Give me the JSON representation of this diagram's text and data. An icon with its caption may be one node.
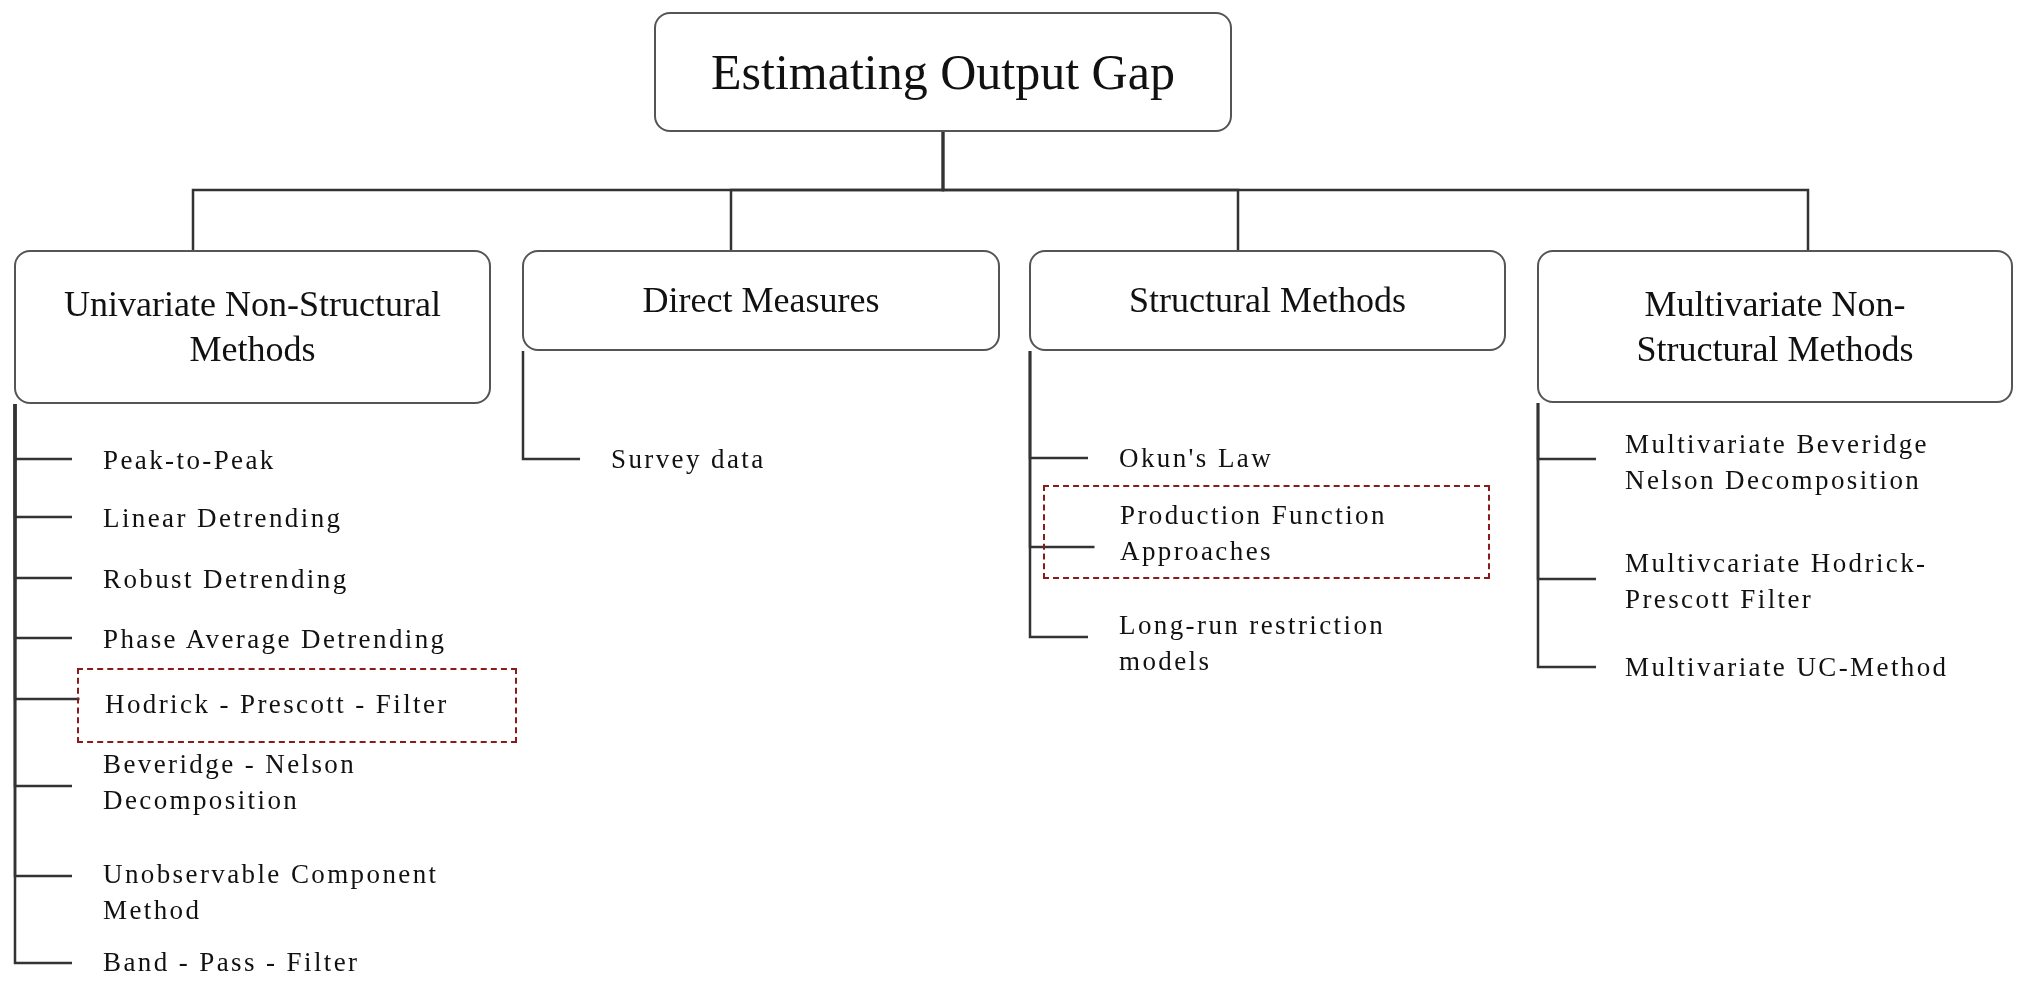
{
  "diagram": {
    "nodes": [
      {
        "text": [
          "Estimating Output Gap"
        ]
      },
      {
        "text": [
          "Univariate Non-Structural Methods"
        ]
      },
      {
        "text": [
          "Direct Measures"
        ]
      },
      {
        "text": [
          "Structural Methods"
        ]
      },
      {
        "text": [
          "Multivariate Non-Structural Methods"
        ]
      },
      {
        "text": [
          "Peak-to-Peak"
        ]
      },
      {
        "text": [
          "Linear Detrending"
        ]
      },
      {
        "text": [
          "Robust Detrending"
        ]
      },
      {
        "text": [
          "Phase Average Detrending"
        ]
      },
      {
        "text": [],
        "shape": "box"
      },
      {
        "text": [
          "Hodrick - Prescott - Filter"
        ],
        "in": 9
      },
      {
        "text": [
          "Beveridge - Nelson Decomposition"
        ]
      },
      {
        "text": [
          "Unobservable Component Method"
        ]
      },
      {
        "text": [
          "Band - Pass - Filter"
        ]
      },
      {
        "text": [
          "Survey data"
        ]
      },
      {
        "text": [
          "Okun's Law"
        ]
      },
      {
        "text": [],
        "shape": "box"
      },
      {
        "text": [
          "Production Function Approaches"
        ],
        "in": 16
      },
      {
        "text": [
          "Long-run restriction models"
        ]
      },
      {
        "text": [
          "Multivariate Beveridge Nelson Decomposition"
        ]
      },
      {
        "text": [
          "Multivcariate Hodrick- Prescott Filter"
        ]
      },
      {
        "text": [
          "Multivariate UC-Method"
        ]
      }
    ],
    "edges": [
      {
        "from": 0,
        "to": 1,
        "arrow": "none"
      },
      {
        "from": 0,
        "to": 2,
        "arrow": "none"
      },
      {
        "from": 0,
        "to": 3,
        "arrow": "none"
      },
      {
        "from": 0,
        "to": 4,
        "arrow": "none"
      },
      {
        "from": 1,
        "to": 5,
        "arrow": "none"
      },
      {
        "from": 1,
        "to": 6,
        "arrow": "none"
      },
      {
        "from": 1,
        "to": 7,
        "arrow": "none"
      },
      {
        "from": 1,
        "to": 8,
        "arrow": "none"
      },
      {
        "from": 1,
        "to": 10,
        "arrow": "none"
      },
      {
        "from": 1,
        "to": 11,
        "arrow": "none"
      },
      {
        "from": 1,
        "to": 12,
        "arrow": "none"
      },
      {
        "from": 1,
        "to": 13,
        "arrow": "none"
      },
      {
        "from": 2,
        "to": 14,
        "arrow": "none"
      },
      {
        "from": 3,
        "to": 15,
        "arrow": "none"
      },
      {
        "from": 3,
        "to": 17,
        "arrow": "none"
      },
      {
        "from": 3,
        "to": 18,
        "arrow": "none"
      },
      {
        "from": 4,
        "to": 19,
        "arrow": "none"
      },
      {
        "from": 4,
        "to": 20,
        "arrow": "none"
      },
      {
        "from": 4,
        "to": 21,
        "arrow": "none"
      }
    ]
  }
}
